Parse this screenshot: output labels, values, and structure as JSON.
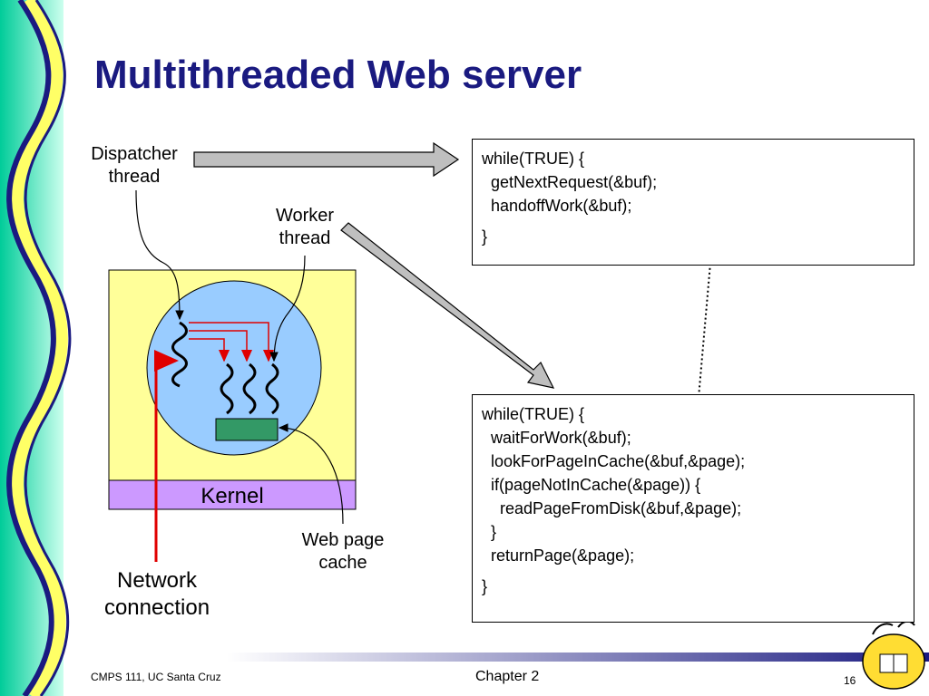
{
  "slide": {
    "title": "Multithreaded Web server",
    "footer_left": "CMPS 111, UC Santa Cruz",
    "footer_center": "Chapter 2",
    "page_number": "16"
  },
  "labels": {
    "dispatcher": [
      "Dispatcher",
      "thread"
    ],
    "worker": [
      "Worker",
      "thread"
    ],
    "kernel": "Kernel",
    "web_cache": [
      "Web page",
      "cache"
    ],
    "network": [
      "Network",
      "connection"
    ]
  },
  "dispatcher_code": [
    "while(TRUE) {",
    "  getNextRequest(&buf);",
    "  handoffWork(&buf);",
    "}"
  ],
  "worker_code": [
    "while(TRUE) {",
    "  waitForWork(&buf);",
    "  lookForPageInCache(&buf,&page);",
    "  if(pageNotInCache(&page)) {",
    "    readPageFromDisk(&buf,&page);",
    "  }",
    "  returnPage(&page);",
    "}"
  ],
  "colors": {
    "title": "#1a1a80",
    "process_box": "#ffff99",
    "kernel_bar": "#cc99ff",
    "process_circle": "#99ccff",
    "cache_box": "#339966",
    "arrow_fill": "#bfbfbf",
    "network_line": "#e00000"
  }
}
